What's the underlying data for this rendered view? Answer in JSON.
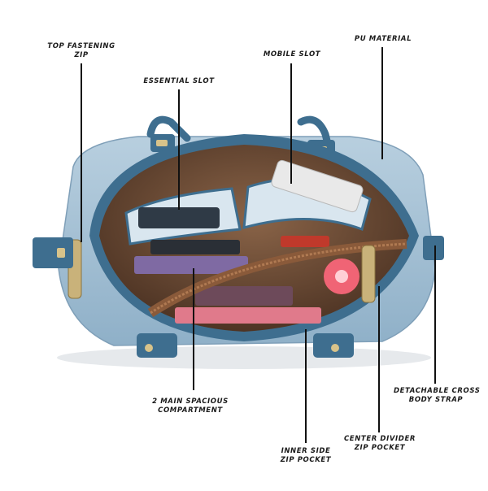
{
  "annotations": {
    "top_fastening_zip": [
      "TOP FASTENING",
      "ZIP"
    ],
    "essential_slot": [
      "ESSENTIAL SLOT"
    ],
    "mobile_slot": [
      "MOBILE SLOT"
    ],
    "pu_material": [
      "PU MATERIAL"
    ],
    "detachable_strap": [
      "DETACHABLE CROSS",
      "BODY STRAP"
    ],
    "center_divider": [
      "CENTER DIVIDER",
      "ZIP POCKET"
    ],
    "inner_side_pocket": [
      "INNER SIDE",
      "ZIP POCKET"
    ],
    "main_compartment": [
      "2 MAIN SPACIOUS",
      "COMPARTMENT"
    ]
  },
  "colors": {
    "bag_light": "#a9c3d6",
    "bag_mid": "#8fb0c8",
    "trim": "#3e6e8f",
    "lining": "#6b4a35",
    "leader_line": "#111111"
  }
}
